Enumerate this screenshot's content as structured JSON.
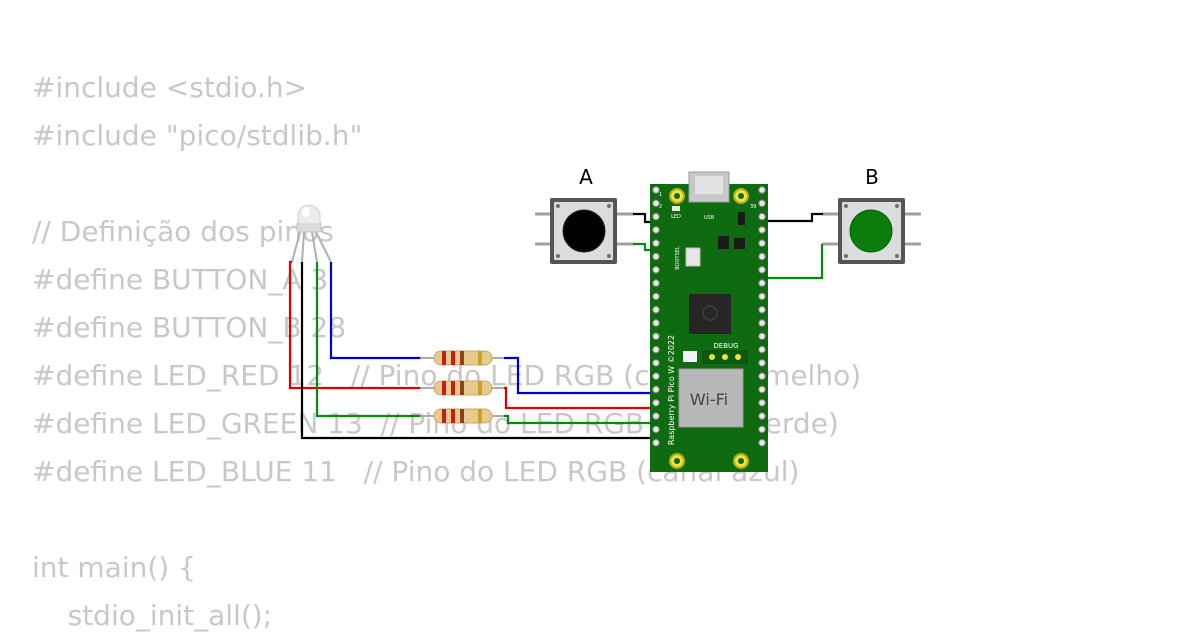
{
  "code_lines": [
    "#include <stdio.h>",
    "#include \"pico/stdlib.h\"",
    "",
    "// Definição dos pinos",
    "#define BUTTON_A 3",
    "#define BUTTON_B 28",
    "#define LED_RED 12   // Pino do LED RGB (canal vermelho)",
    "#define LED_GREEN 13  // Pino do LED RGB (canal verde)",
    "#define LED_BLUE 11   // Pino do LED RGB (canal azul)",
    "",
    "int main() {",
    "    stdio_init_all();"
  ],
  "circuit": {
    "button_a": {
      "label": "A",
      "cap_color": "#000000"
    },
    "button_b": {
      "label": "B",
      "cap_color": "#0a7d0a"
    },
    "board": {
      "name": "Raspberry Pi Pico W ©2022",
      "wifi_label": "Wi-Fi",
      "debug_label": "DEBUG",
      "led_label": "LED",
      "usb_label": "USB",
      "bootsel_label": "BOOTSEL",
      "pin_labels": [
        "1",
        "2",
        "39"
      ],
      "pcb_color": "#0f6b10"
    },
    "wire_colors": {
      "black": "#000000",
      "green": "#0a8a0a",
      "red": "#dd0000",
      "blue": "#0000cc"
    }
  }
}
